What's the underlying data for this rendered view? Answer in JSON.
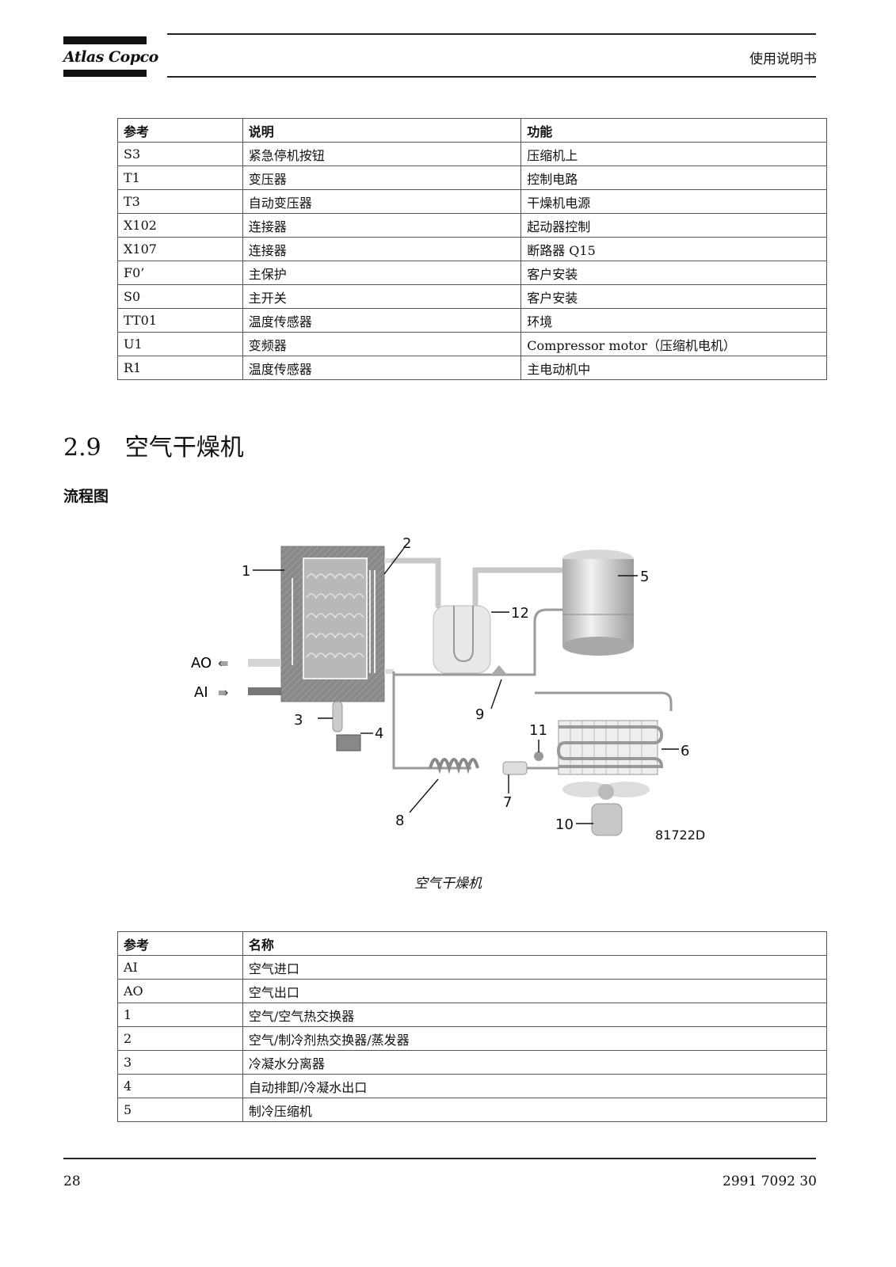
{
  "header": {
    "brand": "Atlas Copco",
    "title": "使用说明书"
  },
  "table1": {
    "headers": [
      "参考",
      "说明",
      "功能"
    ],
    "rows": [
      [
        "S3",
        "紧急停机按钮",
        "压缩机上"
      ],
      [
        "T1",
        "变压器",
        "控制电路"
      ],
      [
        "T3",
        "自动变压器",
        "干燥机电源"
      ],
      [
        "X102",
        "连接器",
        "起动器控制"
      ],
      [
        "X107",
        "连接器",
        "断路器 Q15"
      ],
      [
        "F0’",
        "主保护",
        "客户安装"
      ],
      [
        "S0",
        "主开关",
        "客户安装"
      ],
      [
        "TT01",
        "温度传感器",
        "环境"
      ],
      [
        "U1",
        "变频器",
        "Compressor motor（压缩机电机）"
      ],
      [
        "R1",
        "温度传感器",
        "主电动机中"
      ]
    ]
  },
  "section": {
    "number": "2.9",
    "title": "空气干燥机",
    "subheading": "流程图"
  },
  "figure": {
    "labels": {
      "ao": "AO",
      "ai": "AI",
      "l1": "1",
      "l2": "2",
      "l3": "3",
      "l4": "4",
      "l5": "5",
      "l6": "6",
      "l7": "7",
      "l8": "8",
      "l9": "9",
      "l10": "10",
      "l11": "11",
      "l12": "12",
      "code": "81722D"
    },
    "caption": "空气干燥机"
  },
  "table2": {
    "headers": [
      "参考",
      "名称"
    ],
    "rows": [
      [
        "AI",
        "空气进口"
      ],
      [
        "AO",
        "空气出口"
      ],
      [
        "1",
        "空气/空气热交换器"
      ],
      [
        "2",
        "空气/制冷剂热交换器/蒸发器"
      ],
      [
        "3",
        "冷凝水分离器"
      ],
      [
        "4",
        "自动排卸/冷凝水出口"
      ],
      [
        "5",
        "制冷压缩机"
      ]
    ]
  },
  "footer": {
    "page": "28",
    "doc_number": "2991 7092 30"
  }
}
